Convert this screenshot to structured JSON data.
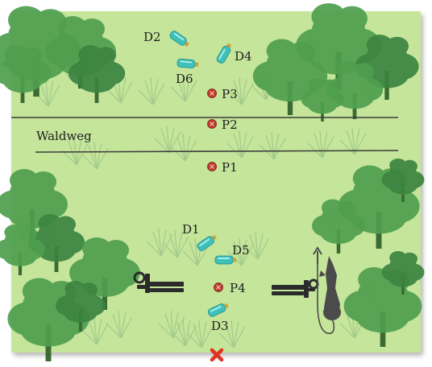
{
  "path_label": "Waldweg",
  "drops": [
    {
      "label": "D1",
      "angle": -35
    },
    {
      "label": "D2",
      "angle": 35
    },
    {
      "label": "D3",
      "angle": -25
    },
    {
      "label": "D4",
      "angle": -60
    },
    {
      "label": "D5",
      "angle": 0
    },
    {
      "label": "D6",
      "angle": 5
    }
  ],
  "positions": [
    {
      "label": "P1"
    },
    {
      "label": "P2"
    },
    {
      "label": "P3"
    },
    {
      "label": "P4"
    }
  ],
  "colors": {
    "field": "#c4e59a",
    "tree": "#4f9f4f",
    "tree_dark": "#3c8440",
    "grass": "#9fc78a",
    "drop": "#3fc1bb",
    "marker": "#c0392b",
    "path_line": "#3d3d3d",
    "person": "#2b2b2b",
    "dog": "#4b4b4b",
    "cross": "#e0321e"
  },
  "icons": {
    "drop": "dummy-bottle-icon",
    "position": "target-marker-icon",
    "handler_left": "lying-handler-icon",
    "handler_right": "lying-handler-icon",
    "dog": "dog-icon",
    "start": "red-cross-icon"
  }
}
